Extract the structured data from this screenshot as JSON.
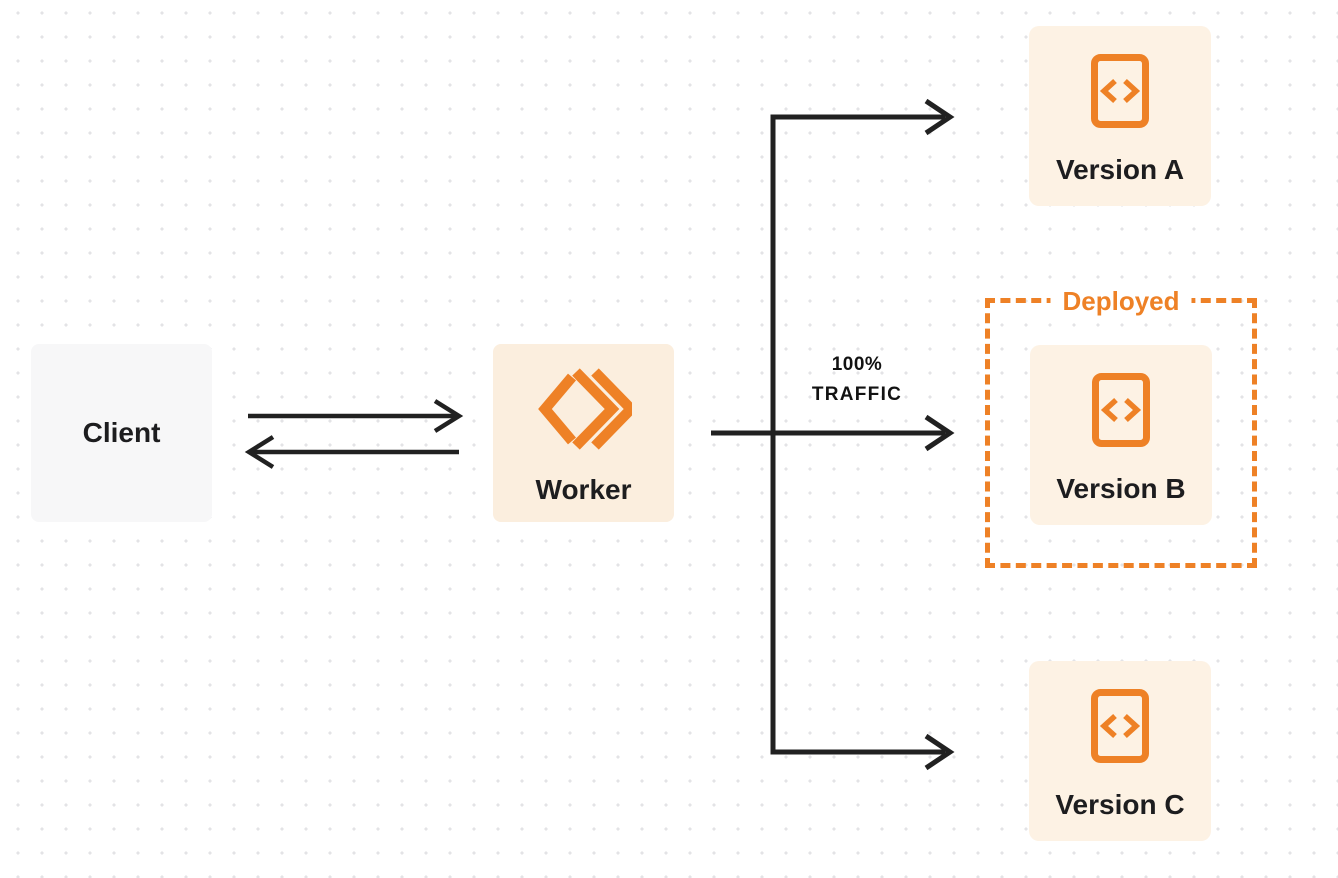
{
  "diagram": {
    "client": {
      "label": "Client"
    },
    "worker": {
      "label": "Worker"
    },
    "versions": [
      {
        "label": "Version A"
      },
      {
        "label": "Version B"
      },
      {
        "label": "Version C"
      }
    ],
    "deployed_badge": {
      "label": "Deployed"
    },
    "traffic_label": {
      "percent": "100%",
      "word": "TRAFFIC"
    }
  },
  "icons": {
    "worker": "workers-chevron-logo-icon",
    "version": "code-document-icon"
  },
  "colors": {
    "accent_orange": "#ee8126",
    "version_node_fill": "#fdf2e4",
    "worker_node_fill": "#fbeede",
    "client_node_fill": "#f7f7f8",
    "connector_dark": "#212121",
    "text_dark": "#1d1d1f",
    "dot_grid": "#e3e3e6"
  }
}
